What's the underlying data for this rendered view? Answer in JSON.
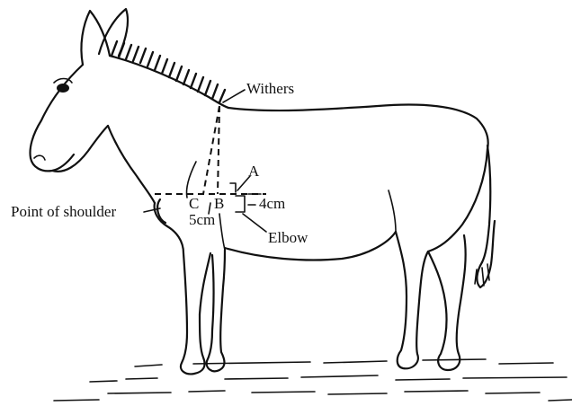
{
  "labels": {
    "withers": "Withers",
    "point_of_shoulder": "Point of shoulder",
    "elbow": "Elbow",
    "point_a": "A",
    "point_b": "B",
    "point_c": "C",
    "dist_4cm": "4cm",
    "dist_5cm": "5cm"
  },
  "colors": {
    "ink": "#111111",
    "background": "#ffffff"
  }
}
